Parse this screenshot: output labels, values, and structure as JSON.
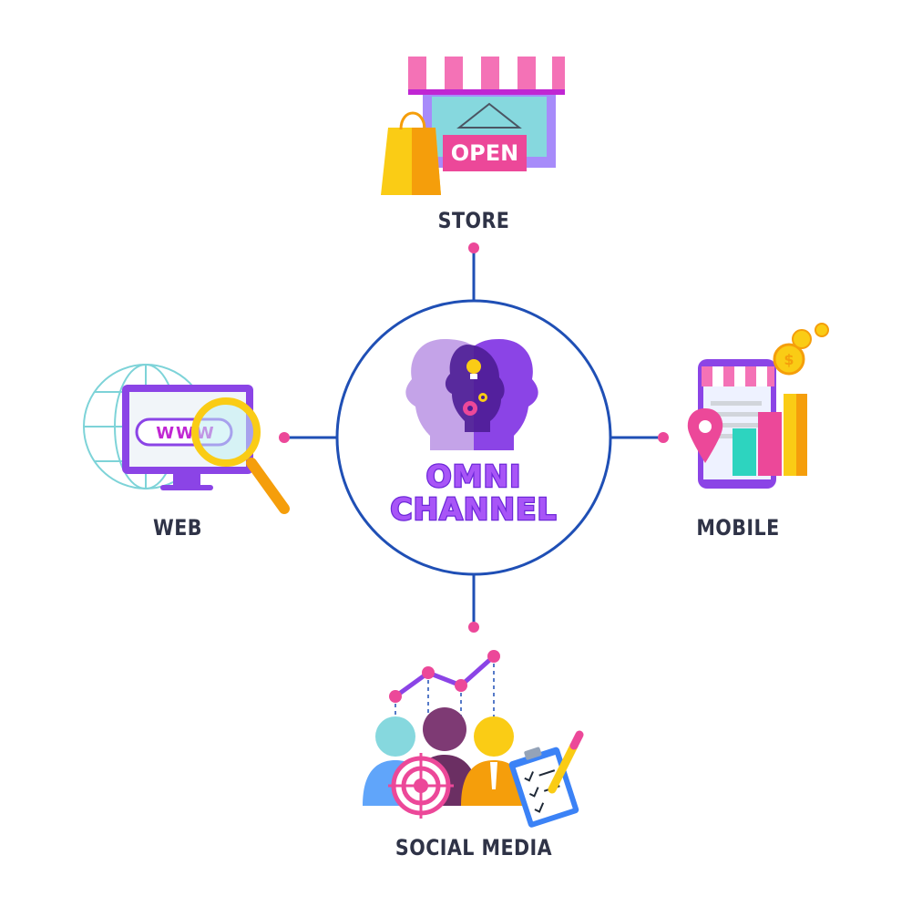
{
  "center": {
    "line1": "OMNI",
    "line2": "CHANNEL"
  },
  "channels": {
    "store": {
      "label": "STORE",
      "sign": "OPEN"
    },
    "web": {
      "label": "WEB",
      "url": "WWW"
    },
    "mobile": {
      "label": "MOBILE"
    },
    "social": {
      "label": "SOCIAL MEDIA"
    }
  },
  "colors": {
    "connector": "#1f4fb5",
    "node": "#ec4899",
    "purple": "#8b5cf6",
    "lavender": "#b794e4",
    "pink": "#ec4899",
    "yellow": "#facc15",
    "teal": "#7dd3d8"
  }
}
